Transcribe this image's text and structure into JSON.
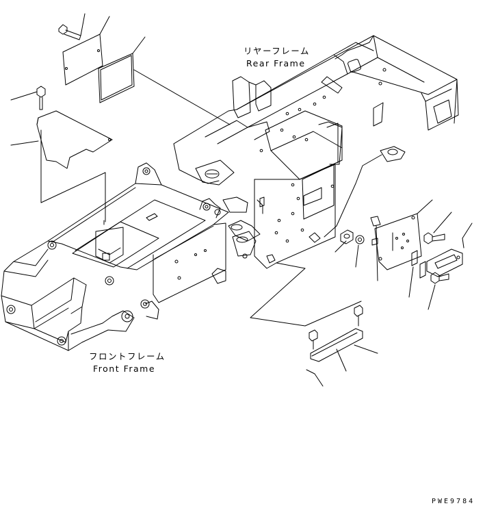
{
  "labels": {
    "rear_frame_jp": "リヤーフレーム",
    "rear_frame_en": "Rear Frame",
    "front_frame_jp": "フロントフレーム",
    "front_frame_en": "Front Frame"
  },
  "drawing_number": "PWE9784",
  "colors": {
    "ink": "#000000",
    "paper": "#ffffff"
  }
}
